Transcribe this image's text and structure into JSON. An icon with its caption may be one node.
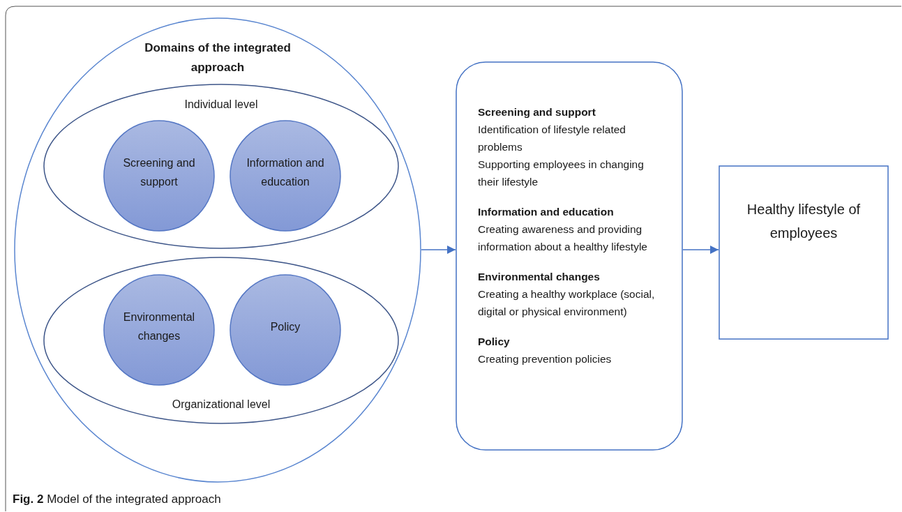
{
  "diagram": {
    "caption": "**Fig. 2**  Model of the integrated approach",
    "nodes": [
      {
        "text": [
          "Domains of the integrated approach"
        ]
      },
      {
        "text": [
          "Individual level"
        ],
        "in": 0
      },
      {
        "text": [
          "Screening and support"
        ],
        "in": 1
      },
      {
        "text": [
          "Information and education"
        ],
        "in": 1
      },
      {
        "text": [
          "Organizational level"
        ],
        "in": 0
      },
      {
        "text": [
          "Environmental changes"
        ],
        "in": 4
      },
      {
        "text": [
          "Policy"
        ],
        "in": 4
      },
      {
        "text": [
          "Screening and support",
          "Identification of lifestyle related problems",
          "Supporting employees in changing their lifestyle",
          "Information and education",
          "Creating awareness and providing information about a healthy lifestyle",
          "Environmental changes",
          "Creating a healthy workplace (social, digital or physical environment)",
          "Policy",
          "Creating prevention policies"
        ]
      },
      {
        "text": [
          "Healthy lifestyle of employees"
        ]
      }
    ],
    "edges": [
      {
        "from": 0,
        "to": 7,
        "arrow": "to"
      },
      {
        "from": 7,
        "to": 8,
        "arrow": "to"
      }
    ]
  }
}
